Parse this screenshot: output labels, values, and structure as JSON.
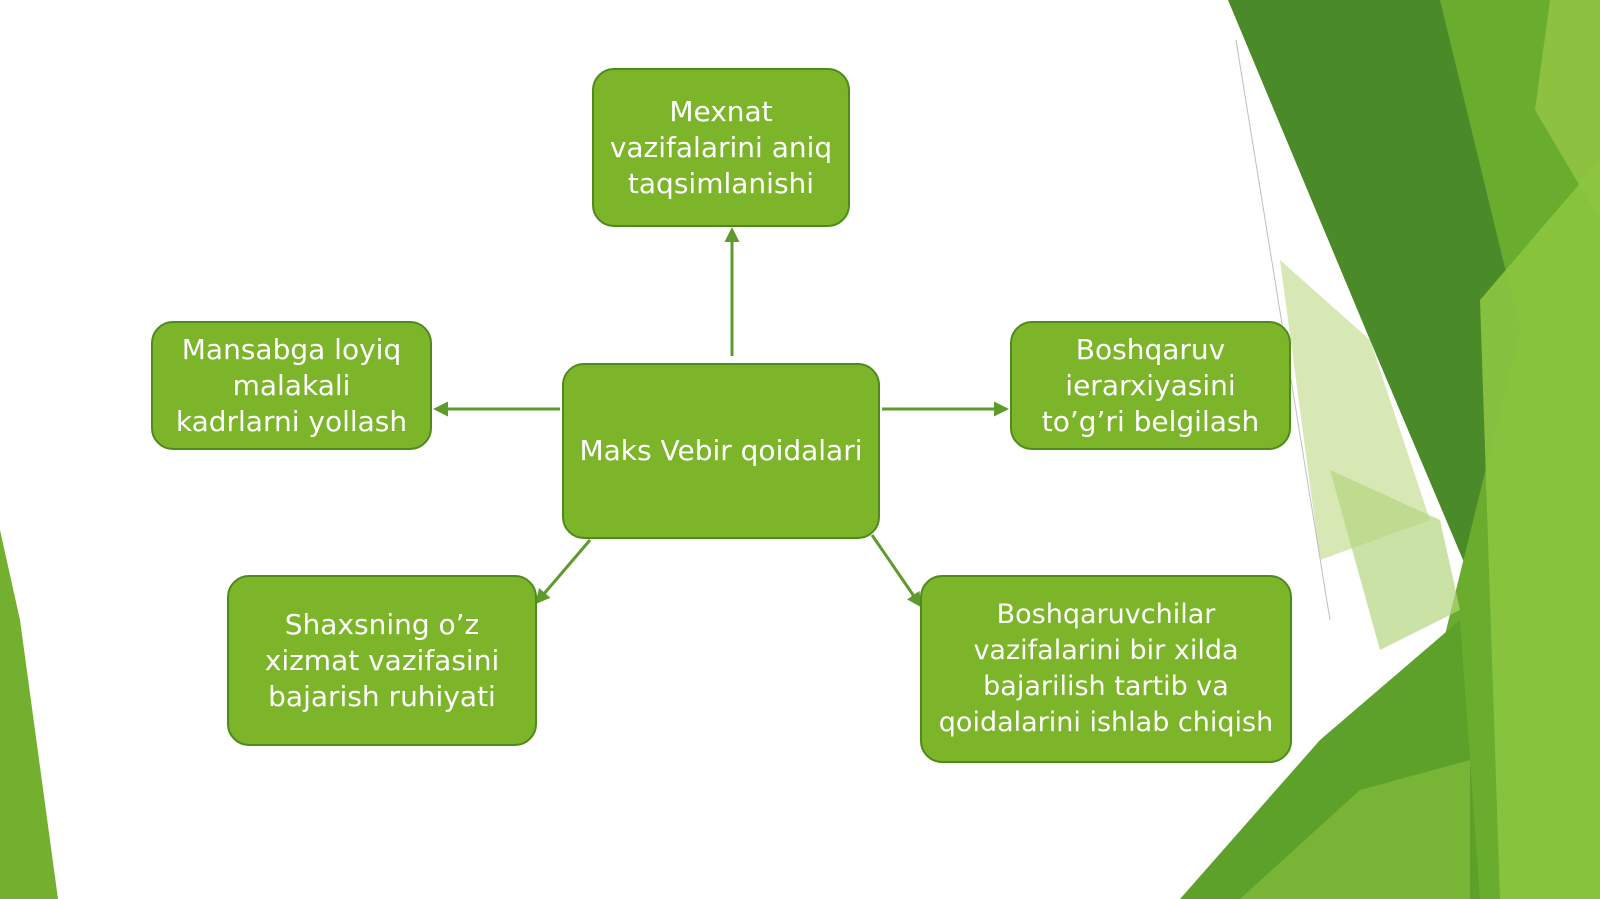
{
  "diagram": {
    "center": {
      "label": "Maks Vebir qoidalari"
    },
    "nodes": {
      "top": {
        "label": "Mexnat vazifalarini aniq taqsimlanishi"
      },
      "left": {
        "label": "Mansabga loyiq malakali kadrlarni yollash"
      },
      "right": {
        "label": "Boshqaruv ierarxiyasini to’g’ri belgilash"
      },
      "bottom_left": {
        "label": "Shaxsning o’z xizmat vazifasini bajarish ruhiyati"
      },
      "bottom_right": {
        "label": "Boshqaruvchilar vazifalarini bir xilda bajarilish tartib va qoidalarini ishlab chiqish"
      }
    }
  },
  "colors": {
    "node_fill": "#7db52a",
    "node_border": "#4e8a1c",
    "node_text": "#ffffff",
    "connector": "#5e9a2c",
    "accent_dark": "#4a8a28",
    "accent_mid": "#6aac2e",
    "accent_light": "#9bcc4f"
  }
}
